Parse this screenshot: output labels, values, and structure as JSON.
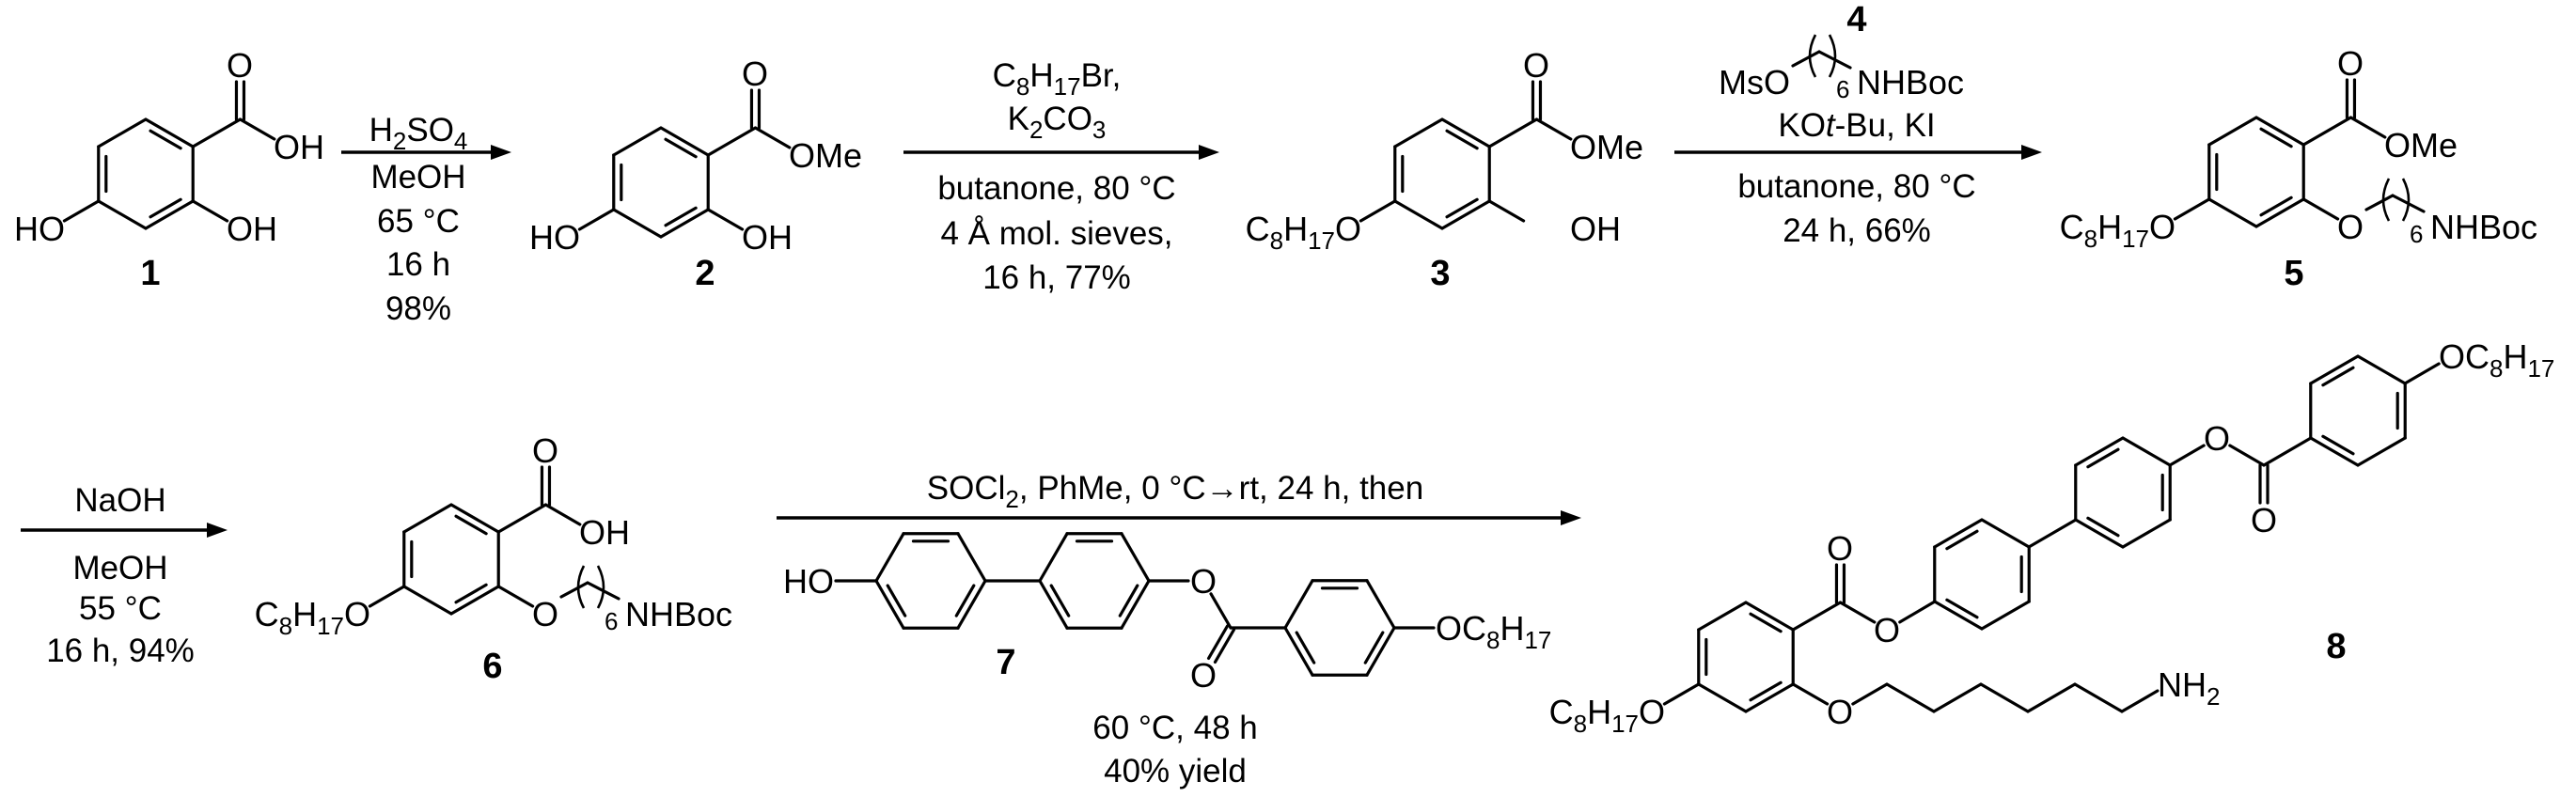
{
  "colors": {
    "ink": "#000000",
    "background": "#ffffff"
  },
  "compounds": {
    "c1": {
      "number": "1",
      "carbonyl_o": "O",
      "acid_oh": "OH",
      "para_sub": "HO",
      "ortho_sub": "OH"
    },
    "c2": {
      "number": "2",
      "carbonyl_o": "O",
      "ester": "OMe",
      "para_sub": "HO",
      "ortho_sub": "OH"
    },
    "c3": {
      "number": "3",
      "carbonyl_o": "O",
      "ester": "OMe",
      "para_sub": "C8H17O",
      "ortho_sub": "OH"
    },
    "c4": {
      "number": "4",
      "left": "MsO",
      "repeat": "6",
      "right": "NHBoc"
    },
    "c5": {
      "number": "5",
      "carbonyl_o": "O",
      "ester": "OMe",
      "para_sub": "C8H17O",
      "ortho_o": "O",
      "repeat": "6",
      "terminal": "NHBoc"
    },
    "c6": {
      "number": "6",
      "carbonyl_o": "O",
      "acid_oh": "OH",
      "para_sub": "C8H17O",
      "ortho_o": "O",
      "repeat": "6",
      "terminal": "NHBoc"
    },
    "c7": {
      "number": "7",
      "hydroxyl": "HO",
      "ester_o": "O",
      "carbonyl_o": "O",
      "tail": "OC8H17"
    },
    "c8": {
      "number": "8",
      "carbonyl_o_1": "O",
      "ester_o_1": "O",
      "ester_o_2": "O",
      "carbonyl_o_2": "O",
      "tail": "OC8H17",
      "para_sub": "C8H17O",
      "ortho_o": "O",
      "amine": "NH2"
    }
  },
  "steps": [
    {
      "above": [
        "H2SO4"
      ],
      "below": [
        "MeOH",
        "65 °C",
        "16 h",
        "98%"
      ]
    },
    {
      "above": [
        "C8H17Br,",
        "K2CO3"
      ],
      "below": [
        "butanone, 80 °C",
        "4 Å mol. sieves,",
        "16 h, 77%"
      ]
    },
    {
      "above": [
        "KOt-Bu, KI"
      ],
      "below": [
        "butanone, 80 °C",
        "24 h, 66%"
      ]
    },
    {
      "above": [
        "NaOH"
      ],
      "below": [
        "MeOH",
        "55 °C",
        "16 h, 94%"
      ]
    },
    {
      "above": [
        "SOCl2, PhMe, 0 °C→rt, 24 h, then"
      ],
      "below": [
        "60 °C, 48 h",
        "40% yield"
      ]
    }
  ]
}
